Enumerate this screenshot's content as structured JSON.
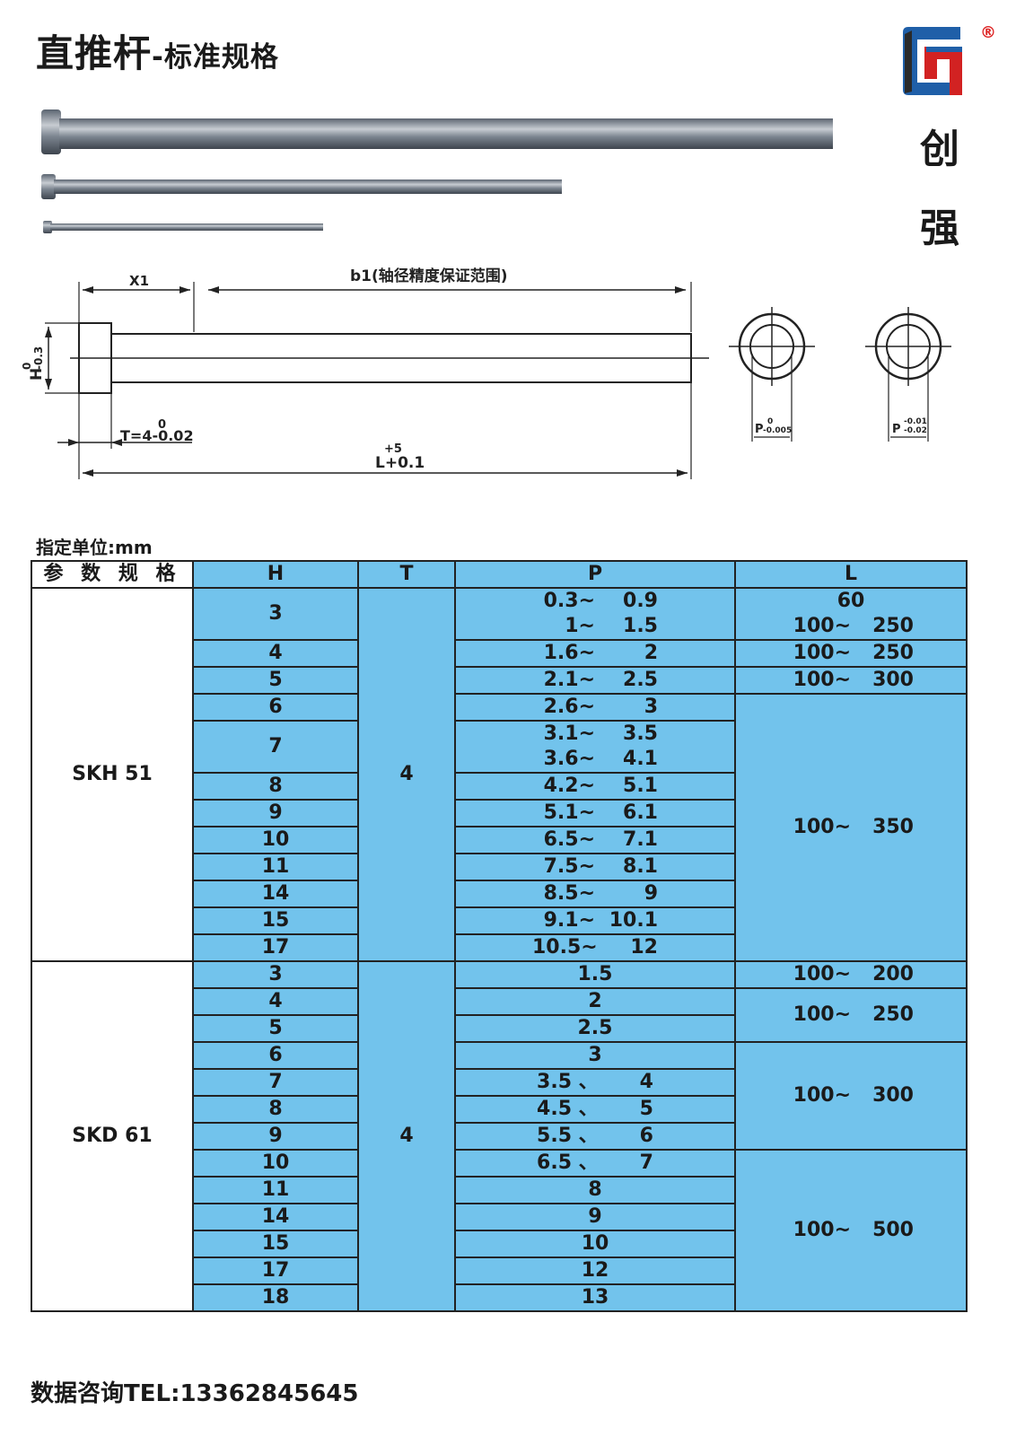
{
  "header": {
    "title_main": "直推杆",
    "title_sub": "-标准规格",
    "brand_char_1": "创",
    "brand_char_2": "强",
    "registered_mark": "®"
  },
  "diagram": {
    "label_x1": "X1",
    "label_b1": "b1(轴径精度保证范围)",
    "label_h": "H",
    "label_h_tol_upper": "0",
    "label_h_tol_lower": "-0.3",
    "label_t": "T=4-0.02",
    "label_t_tol": "0",
    "label_l": "L+0.1",
    "label_l_tol": "+5",
    "label_p1": "P",
    "label_p1_tol_upper": "0",
    "label_p1_tol_lower": "-0.005",
    "label_p2": "P",
    "label_p2_tol_upper": "-0.01",
    "label_p2_tol_lower": "-0.02"
  },
  "unit_label": "指定单位:mm",
  "table": {
    "headers": [
      "参 数 规 格",
      "H",
      "T",
      "P",
      "L"
    ],
    "skh": {
      "material": "SKH    51",
      "t": "4",
      "rows": [
        {
          "h": "3",
          "p": [
            [
              "0.3~",
              "0.9"
            ],
            [
              "1~",
              "1.5"
            ]
          ],
          "l": [
            [
              "60",
              ""
            ],
            [
              "100~",
              "250"
            ]
          ]
        },
        {
          "h": "4",
          "p": [
            [
              "1.6~",
              "2"
            ]
          ],
          "l": [
            [
              "100~",
              "250"
            ]
          ]
        },
        {
          "h": "5",
          "p": [
            [
              "2.1~",
              "2.5"
            ]
          ],
          "l": [
            [
              "100~",
              "300"
            ]
          ]
        },
        {
          "h": "6",
          "p": [
            [
              "2.6~",
              "3"
            ]
          ]
        },
        {
          "h": "7",
          "p": [
            [
              "3.1~",
              "3.5"
            ],
            [
              "3.6~",
              "4.1"
            ]
          ]
        },
        {
          "h": "8",
          "p": [
            [
              "4.2~",
              "5.1"
            ]
          ]
        },
        {
          "h": "9",
          "p": [
            [
              "5.1~",
              "6.1"
            ]
          ]
        },
        {
          "h": "10",
          "p": [
            [
              "6.5~",
              "7.1"
            ]
          ]
        },
        {
          "h": "11",
          "p": [
            [
              "7.5~",
              "8.1"
            ]
          ]
        },
        {
          "h": "14",
          "p": [
            [
              "8.5~",
              "9"
            ]
          ]
        },
        {
          "h": "15",
          "p": [
            [
              "9.1~",
              "10.1"
            ]
          ]
        },
        {
          "h": "17",
          "p": [
            [
              "10.5~",
              "12"
            ]
          ]
        }
      ],
      "l_merged": [
        "100~",
        "350"
      ]
    },
    "skd": {
      "material": "SKD    61",
      "t": "4",
      "rows": [
        {
          "h": "3",
          "p": "1.5"
        },
        {
          "h": "4",
          "p": "2"
        },
        {
          "h": "5",
          "p": "2.5"
        },
        {
          "h": "6",
          "p": "3"
        },
        {
          "h": "7",
          "p": "3.5 、      4"
        },
        {
          "h": "8",
          "p": "4.5 、      5"
        },
        {
          "h": "9",
          "p": "5.5 、      6"
        },
        {
          "h": "10",
          "p": "6.5 、      7"
        },
        {
          "h": "11",
          "p": "8"
        },
        {
          "h": "14",
          "p": "9"
        },
        {
          "h": "15",
          "p": "10"
        },
        {
          "h": "17",
          "p": "12"
        },
        {
          "h": "18",
          "p": "13"
        }
      ],
      "l_groups": [
        {
          "from": "100~",
          "to": "200"
        },
        {
          "from": "100~",
          "to": "250"
        },
        {
          "from": "100~",
          "to": "300"
        },
        {
          "from": "100~",
          "to": "500"
        }
      ]
    }
  },
  "footer": "数据咨询TEL:13362845645",
  "colors": {
    "cell_blue": "#72c3ec",
    "logo_blue": "#1f5fa8",
    "logo_red": "#d22222"
  }
}
